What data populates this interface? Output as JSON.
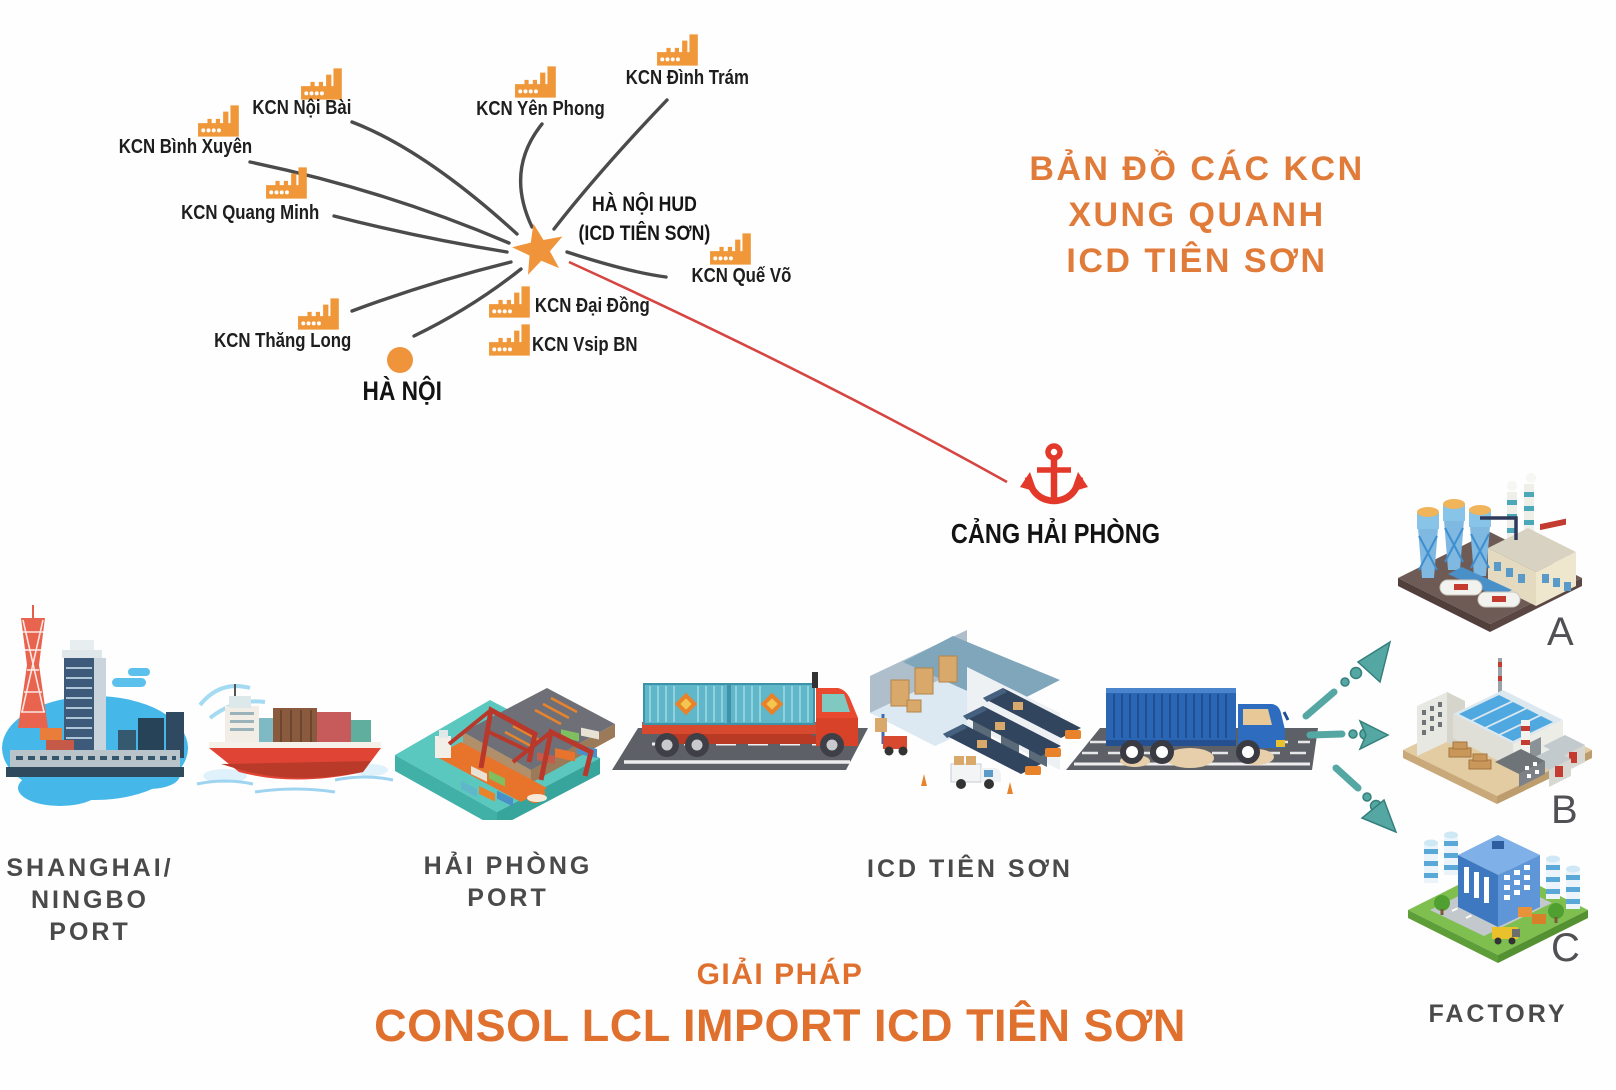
{
  "colors": {
    "accent_orange": "#e17b3a",
    "icon_orange": "#f0973a",
    "route_red": "#e3392b",
    "line_gray": "#4b4b4b",
    "arrow_teal": "#55a7a3",
    "text_dark": "#1e1e1e",
    "text_gray": "#4a4a4a"
  },
  "map": {
    "title_lines": [
      "BẢN ĐỒ CÁC KCN",
      "XUNG QUANH",
      "ICD TIÊN SƠN"
    ],
    "hub": {
      "line1": "HÀ NỘI HUD",
      "line2": "(ICD TIÊN SƠN)"
    },
    "hanoi_label": "HÀ NỘI",
    "port_label": "CẢNG HẢI PHÒNG",
    "kcn": [
      {
        "label": "KCN Bình Xuyên"
      },
      {
        "label": "KCN Nội Bài"
      },
      {
        "label": "KCN Yên Phong"
      },
      {
        "label": "KCN Đình Trám"
      },
      {
        "label": "KCN Quang Minh"
      },
      {
        "label": "KCN Quế Võ"
      },
      {
        "label": "KCN Đại Đồng"
      },
      {
        "label": "KCN Vsip BN"
      },
      {
        "label": "KCN Thăng Long"
      }
    ]
  },
  "flow": {
    "origin_label": [
      "SHANGHAI/",
      "NINGBO",
      "PORT"
    ],
    "haiphong_label": [
      "HẢI PHÒNG",
      "PORT"
    ],
    "icd_label": "ICD TIÊN SƠN",
    "factory_label": "FACTORY",
    "factories": [
      {
        "letter": "A"
      },
      {
        "letter": "B"
      },
      {
        "letter": "C"
      }
    ]
  },
  "footer": {
    "line1": "GIẢI PHÁP",
    "line2": "CONSOL LCL IMPORT ICD TIÊN SƠN"
  }
}
